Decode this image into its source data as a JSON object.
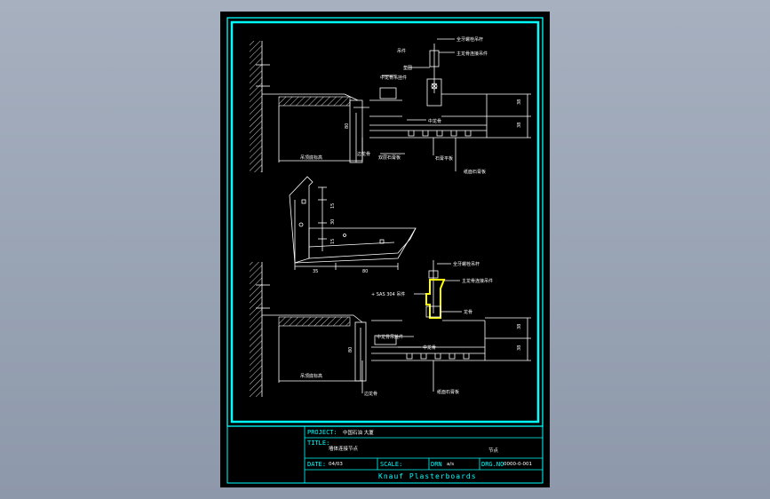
{
  "title_block": {
    "project_label": "PROJECT:",
    "project_value": "中国石油 大厦",
    "title_label": "TITLE:",
    "title_value": "墙体连接节点",
    "title_right": "节点",
    "date_label": "DATE:",
    "date_value": "04/03",
    "scale_label": "SCALE:",
    "drn_label": "DRN",
    "drn_value": "a/s",
    "drg_label": "DRG.NO",
    "drg_value": "0000-0-001",
    "company": "Knauf Plasterboards"
  },
  "top_detail": {
    "notes": [
      "全牙螺栓吊杆",
      "吊件",
      "主龙骨连接吊件",
      "垫圈",
      "中龙骨吊挂件",
      "中龙骨",
      "双层石膏板",
      "纸面石膏板",
      "石膏平板",
      "边龙骨"
    ],
    "dims": [
      "80",
      "38",
      "38"
    ],
    "ceiling_label": "吊顶底标高"
  },
  "bracket_detail": {
    "dims": [
      "15",
      "30",
      "15",
      "35",
      "80"
    ]
  },
  "bottom_detail": {
    "notes": [
      "全牙螺栓吊杆",
      "主龙骨连接吊件",
      "+ SAS 304 吊件",
      "龙骨",
      "中龙骨吊挂件",
      "中龙骨",
      "边龙骨",
      "纸面石膏板"
    ],
    "dims": [
      "80",
      "38",
      "38"
    ],
    "ceiling_label": "吊顶底标高"
  }
}
